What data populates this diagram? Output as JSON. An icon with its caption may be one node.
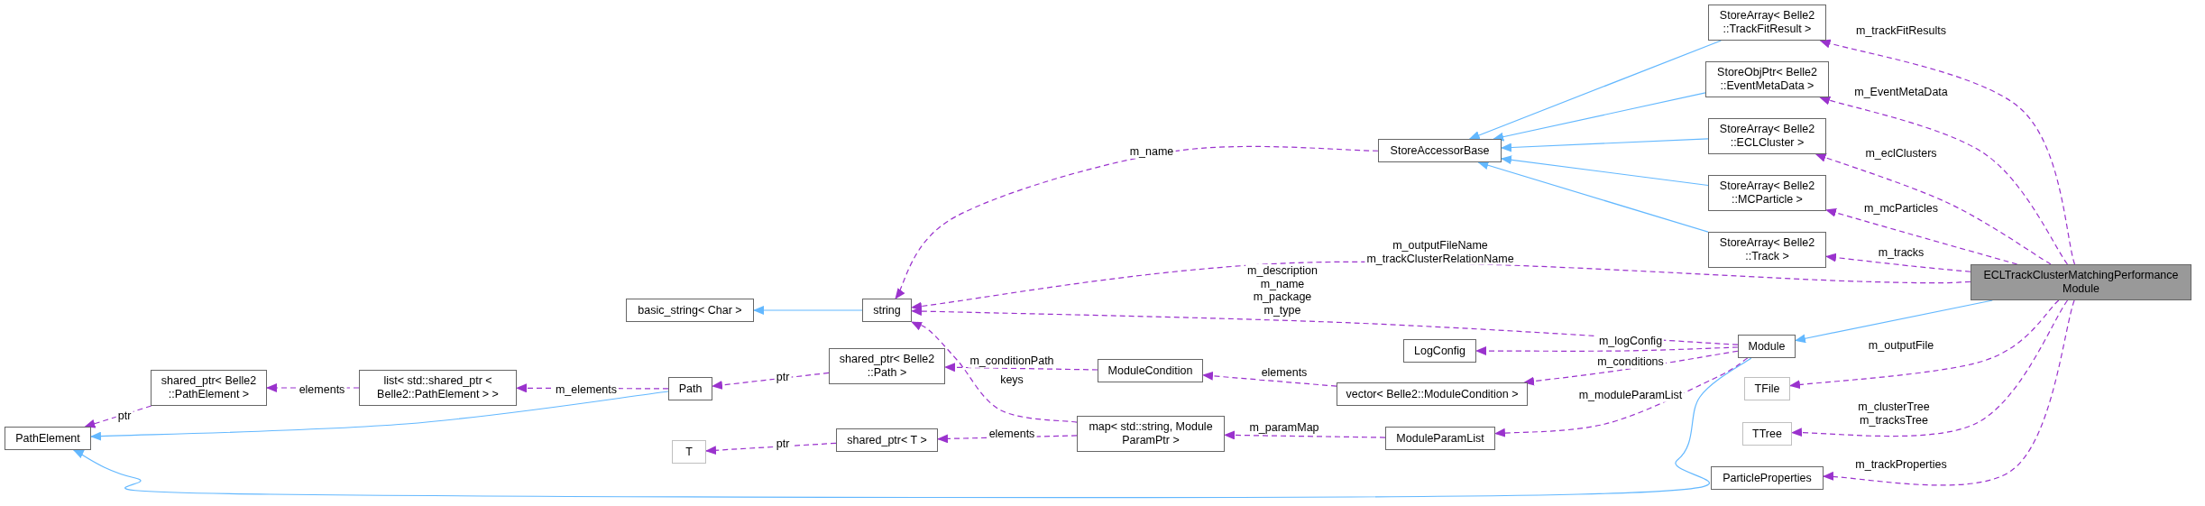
{
  "diagram": {
    "nodes": [
      {
        "text": [
          "ECLTrackClusterMatchingPerformance Module"
        ]
      },
      {
        "text": [
          "StoreArray< Belle2 ::TrackFitResult >"
        ]
      },
      {
        "text": [
          "StoreObjPtr< Belle2 ::EventMetaData >"
        ]
      },
      {
        "text": [
          "StoreArray< Belle2 ::ECLCluster >"
        ]
      },
      {
        "text": [
          "StoreArray< Belle2 ::MCParticle >"
        ]
      },
      {
        "text": [
          "StoreArray< Belle2 ::Track >"
        ]
      },
      {
        "text": [
          "StoreAccessorBase"
        ]
      },
      {
        "text": [
          "string"
        ]
      },
      {
        "text": [
          "basic_string< Char >"
        ]
      },
      {
        "text": [
          "Module"
        ]
      },
      {
        "text": [
          "LogConfig"
        ]
      },
      {
        "text": [
          "vector< Belle2::ModuleCondition >"
        ]
      },
      {
        "text": [
          "ModuleCondition"
        ]
      },
      {
        "text": [
          "shared_ptr< Belle2 ::Path >"
        ]
      },
      {
        "text": [
          "Path"
        ]
      },
      {
        "text": [
          "list< std::shared_ptr < Belle2::PathElement > >"
        ]
      },
      {
        "text": [
          "shared_ptr< Belle2 ::PathElement >"
        ]
      },
      {
        "text": [
          "PathElement"
        ]
      },
      {
        "text": [
          "map< std::string, Module ParamPtr >"
        ]
      },
      {
        "text": [
          "ModuleParamList"
        ]
      },
      {
        "text": [
          "T"
        ]
      },
      {
        "text": [
          "shared_ptr< T >"
        ]
      },
      {
        "text": [
          "TFile"
        ]
      },
      {
        "text": [
          "TTree"
        ]
      },
      {
        "text": [
          "ParticleProperties"
        ]
      }
    ],
    "edges": [
      {
        "from": 1,
        "to": 6,
        "arrow": "to",
        "color": "#63b8ff"
      },
      {
        "from": 2,
        "to": 6,
        "arrow": "to",
        "color": "#63b8ff"
      },
      {
        "from": 3,
        "to": 6,
        "arrow": "to",
        "color": "#63b8ff"
      },
      {
        "from": 4,
        "to": 6,
        "arrow": "to",
        "color": "#63b8ff"
      },
      {
        "from": 5,
        "to": 6,
        "arrow": "to",
        "color": "#63b8ff"
      },
      {
        "from": 0,
        "to": 9,
        "arrow": "to",
        "color": "#63b8ff"
      },
      {
        "from": 7,
        "to": 8,
        "arrow": "to",
        "color": "#63b8ff"
      },
      {
        "from": 14,
        "to": 17,
        "arrow": "to",
        "color": "#63b8ff"
      },
      {
        "from": 9,
        "to": 17,
        "arrow": "to",
        "color": "#63b8ff"
      },
      {
        "from": 0,
        "to": 1,
        "arrow": "to",
        "label": "m_trackFitResults",
        "style": "dashed"
      },
      {
        "from": 0,
        "to": 2,
        "arrow": "to",
        "label": "m_EventMetaData",
        "style": "dashed"
      },
      {
        "from": 0,
        "to": 3,
        "arrow": "to",
        "label": "m_eclClusters",
        "style": "dashed"
      },
      {
        "from": 0,
        "to": 4,
        "arrow": "to",
        "label": "m_mcParticles",
        "style": "dashed"
      },
      {
        "from": 0,
        "to": 5,
        "arrow": "to",
        "label": "m_tracks",
        "style": "dashed"
      },
      {
        "from": 0,
        "to": 7,
        "arrow": "to",
        "label": "m_outputFileName m_trackClusterRelationName",
        "style": "dashed"
      },
      {
        "from": 6,
        "to": 7,
        "arrow": "to",
        "label": "m_name",
        "style": "dashed"
      },
      {
        "from": 9,
        "to": 7,
        "arrow": "to",
        "label": "m_description m_name m_package m_type",
        "style": "dashed"
      },
      {
        "from": 9,
        "to": 10,
        "arrow": "to",
        "label": "m_logConfig",
        "style": "dashed"
      },
      {
        "from": 9,
        "to": 11,
        "arrow": "to",
        "label": "m_conditions",
        "style": "dashed"
      },
      {
        "from": 9,
        "to": 19,
        "arrow": "to",
        "label": "m_moduleParamList",
        "style": "dashed"
      },
      {
        "from": 0,
        "to": 22,
        "arrow": "to",
        "label": "m_outputFile",
        "style": "dashed"
      },
      {
        "from": 0,
        "to": 23,
        "arrow": "to",
        "label": "m_clusterTree m_tracksTree",
        "style": "dashed"
      },
      {
        "from": 0,
        "to": 24,
        "arrow": "to",
        "label": "m_trackProperties",
        "style": "dashed"
      },
      {
        "from": 11,
        "to": 12,
        "arrow": "to",
        "label": "elements",
        "style": "dashed"
      },
      {
        "from": 12,
        "to": 13,
        "arrow": "to",
        "label": "m_conditionPath",
        "style": "dashed"
      },
      {
        "from": 13,
        "to": 14,
        "arrow": "to",
        "label": "ptr",
        "style": "dashed"
      },
      {
        "from": 14,
        "to": 15,
        "arrow": "to",
        "label": "m_elements",
        "style": "dashed"
      },
      {
        "from": 15,
        "to": 16,
        "arrow": "to",
        "label": "elements",
        "style": "dashed"
      },
      {
        "from": 16,
        "to": 17,
        "arrow": "to",
        "label": "ptr",
        "style": "dashed"
      },
      {
        "from": 18,
        "to": 7,
        "arrow": "to",
        "label": "keys",
        "style": "dashed"
      },
      {
        "from": 18,
        "to": 21,
        "arrow": "to",
        "label": "elements",
        "style": "dashed"
      },
      {
        "from": 19,
        "to": 18,
        "arrow": "to",
        "label": "m_paramMap",
        "style": "dashed"
      },
      {
        "from": 21,
        "to": 20,
        "arrow": "to",
        "label": "ptr",
        "style": "dashed"
      }
    ]
  }
}
